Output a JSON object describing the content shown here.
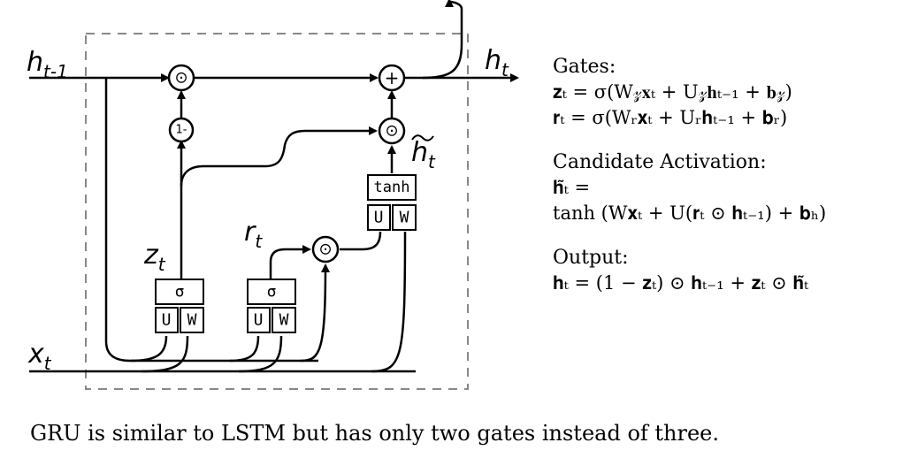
{
  "diagram": {
    "labels": {
      "h_prev": "h",
      "h_prev_sub": "t-1",
      "h_out": "h",
      "h_out_sub": "t",
      "x_in": "x",
      "x_in_sub": "t",
      "z": "z",
      "z_sub": "t",
      "r": "r",
      "r_sub": "t",
      "h_tilde": "h",
      "h_tilde_sub": "t"
    },
    "ops": {
      "mult": "⊙",
      "plus": "+",
      "one_minus": "1-"
    },
    "boxes": {
      "sigma": "σ",
      "tanh": "tanh",
      "u": "U",
      "w": "W"
    }
  },
  "equations": {
    "gates": {
      "title": "Gates:",
      "z": "𝐳ₜ = σ(W𝓏𝐱ₜ + U𝓏𝐡ₜ₋₁ + 𝐛𝓏)",
      "r": "𝐫ₜ = σ(Wᵣ𝐱ₜ + Uᵣ𝐡ₜ₋₁ + 𝐛ᵣ)"
    },
    "candidate": {
      "title": "Candidate Activation:",
      "line1": "𝐡̃ₜ =",
      "line2": "tanh (W𝐱ₜ + U(𝐫ₜ ⊙ 𝐡ₜ₋₁) + 𝐛ₕ)"
    },
    "output": {
      "title": "Output:",
      "line": "𝐡ₜ = (1 − 𝐳ₜ) ⊙ 𝐡ₜ₋₁ + 𝐳ₜ ⊙ 𝐡̃ₜ"
    }
  },
  "caption": "GRU is similar to LSTM but has only two gates instead of three."
}
